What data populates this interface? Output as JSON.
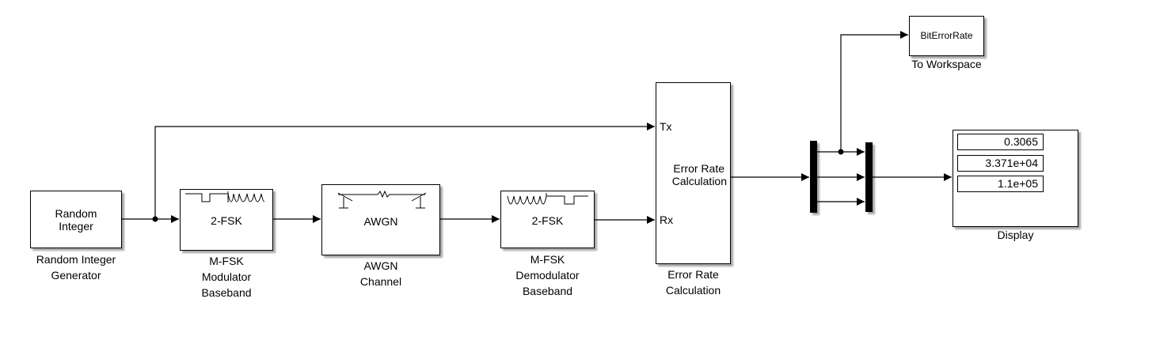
{
  "blocks": {
    "random_integer": {
      "text": [
        "Random",
        "Integer"
      ],
      "caption": [
        "Random Integer",
        "Generator"
      ]
    },
    "fsk_mod": {
      "text": "2-FSK",
      "caption": [
        "M-FSK",
        "Modulator",
        "Baseband"
      ],
      "icon": "square-to-sine-wave-icon"
    },
    "awgn": {
      "text": "AWGN",
      "caption": [
        "AWGN",
        "Channel"
      ],
      "icon": "antenna-link-icon"
    },
    "fsk_demod": {
      "text": "2-FSK",
      "caption": [
        "M-FSK",
        "Demodulator",
        "Baseband"
      ],
      "icon": "sine-to-square-wave-icon"
    },
    "error_rate": {
      "text": [
        "Error Rate",
        "Calculation"
      ],
      "caption": [
        "Error Rate",
        "Calculation"
      ],
      "ports": {
        "tx": "Tx",
        "rx": "Rx"
      }
    },
    "to_workspace": {
      "text": "BitErrorRate",
      "caption": "To Workspace"
    },
    "display": {
      "values": [
        "0.3065",
        "3.371e+04",
        "1.1e+05"
      ],
      "caption": "Display"
    },
    "demux": {
      "outputs": 3
    },
    "mux": {
      "inputs": 3
    }
  }
}
